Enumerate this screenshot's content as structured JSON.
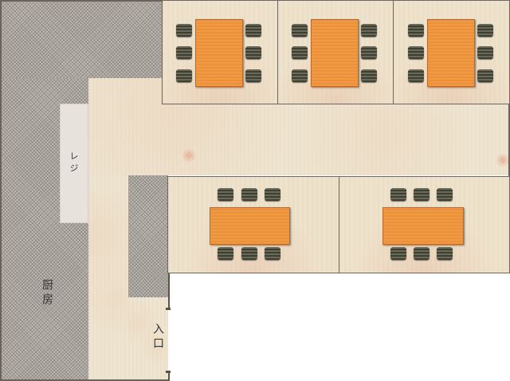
{
  "labels": {
    "register": "レジ",
    "kitchen": "厨房",
    "entrance": "入口"
  },
  "colors": {
    "floor": "#efe4cf",
    "table": "#f19a45",
    "chair": "#4e4e40",
    "hatch": "#bdb8b2",
    "wall": "#6f675e"
  },
  "layout_counts": {
    "top_rooms": 3,
    "bottom_rooms": 2,
    "chairs_per_top_table": 6,
    "chairs_per_bottom_table": 6
  }
}
